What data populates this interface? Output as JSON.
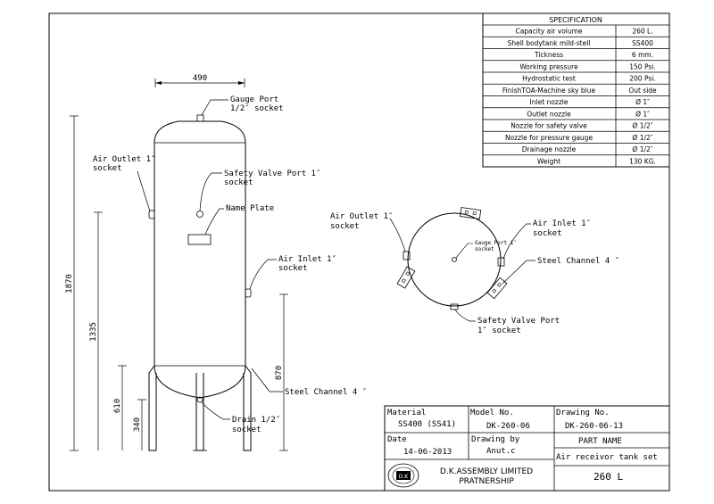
{
  "spec_table": {
    "header": "SPECIFICATION",
    "rows": [
      {
        "label": "Capacity air volume",
        "value": "260 L."
      },
      {
        "label": "Shell bodytank mild-stell",
        "value": "SS400"
      },
      {
        "label": "Tickness",
        "value": "6 mm."
      },
      {
        "label": "Working pressure",
        "value": "150 Psi."
      },
      {
        "label": "Hydrostatic test",
        "value": "200 Psi."
      },
      {
        "label": "FinishTOA-Machine sky blue",
        "value": "Out side"
      },
      {
        "label": "Inlet nozzle",
        "value": "Ø  1″"
      },
      {
        "label": "Outlet nozzle",
        "value": "Ø  1″"
      },
      {
        "label": "Nozzle for safety valve",
        "value": "Ø  1/2″"
      },
      {
        "label": "Nozzle for pressure gauge",
        "value": "Ø  1/2″"
      },
      {
        "label": "Drainage nozzle",
        "value": "Ø  1/2″"
      },
      {
        "label": "Weight",
        "value": "130 KG."
      }
    ]
  },
  "dimensions": {
    "width": "490",
    "overall_height": "1870",
    "inlet_height": "1335",
    "leg_height": "870",
    "shell_bottom_height": "610",
    "drain_height": "340"
  },
  "front_labels": {
    "gauge_port_1": "Gauge Port",
    "gauge_port_2": "1/2″ socket",
    "air_outlet_1": "Air Outlet 1″",
    "air_outlet_2": "socket",
    "safety_valve_1": "Safety Valve Port 1″",
    "safety_valve_2": "socket",
    "name_plate": "Name Plate",
    "air_inlet_1": "Air Inlet 1″",
    "air_inlet_2": "socket",
    "steel_channel": "Steel Channel 4 ″",
    "drain_1": "Drain 1/2″",
    "drain_2": "socket"
  },
  "top_labels": {
    "air_outlet_1": "Air Outlet 1″",
    "air_outlet_2": "socket",
    "air_inlet_1": "Air Inlet 1″",
    "air_inlet_2": "socket",
    "gauge_port_1": "Gauge Port 1″",
    "gauge_port_2": "socket",
    "steel_channel": "Steel Channel 4 ″",
    "safety_valve_1": "Safety Valve Port",
    "safety_valve_2": "1″ socket"
  },
  "title_block": {
    "material_label": "Material",
    "material_value": "SS400 (SS41)",
    "model_label": "Model No.",
    "model_value": "DK-260-06",
    "drawing_label": "Drawing No.",
    "drawing_value": "DK-260-06-13",
    "date_label": "Date",
    "date_value": "14-06-2013",
    "drawn_label": "Drawing by",
    "drawn_value": "Anut.c",
    "part_label": "PART NAME",
    "part_value": "Air receivor tank set",
    "capacity": "260  L",
    "company_1": "D.K.ASSEMBLY LIMITED",
    "company_2": "PRATNERSHIP",
    "logo_text": "D.K"
  }
}
